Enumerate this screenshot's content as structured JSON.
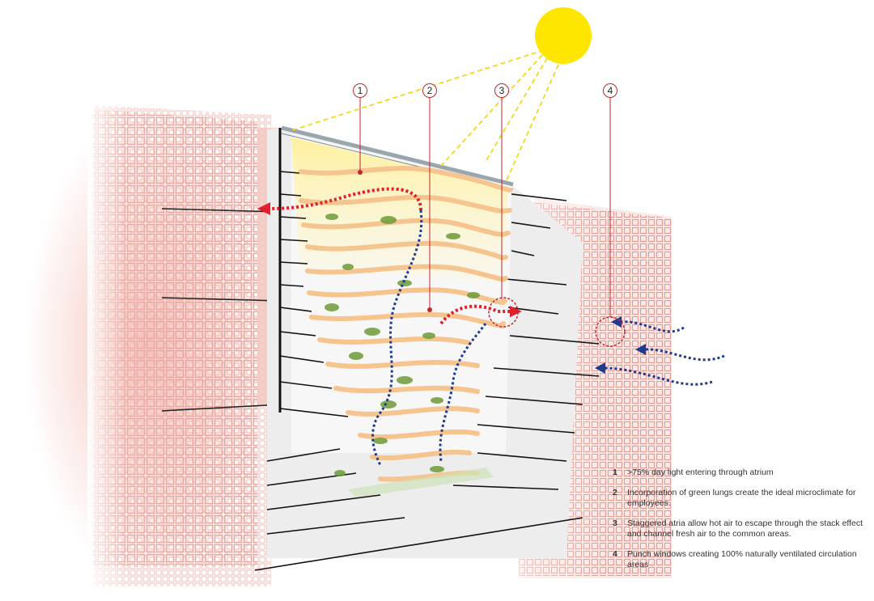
{
  "colors": {
    "sun": "#FFE600",
    "sun_ray": "#F3D500",
    "facade_pink": "#E79A92",
    "slab": "#F6C48E",
    "hot_air": "#E0202A",
    "fresh_air": "#1F3B8F",
    "callout": "#C0282F",
    "plant": "#6E9B3A",
    "atrium_glow": "#FFF4A0"
  },
  "callouts": [
    {
      "number": "1"
    },
    {
      "number": "2"
    },
    {
      "number": "3"
    },
    {
      "number": "4"
    }
  ],
  "legend": [
    {
      "number": "1",
      "text": ">75% day light entering through atrium"
    },
    {
      "number": "2",
      "text": "Incorporation of green lungs create the ideal microclimate for employees."
    },
    {
      "number": "3",
      "text": "Staggered atria allow hot air to escape through the stack effect and channel fresh air to the common areas."
    },
    {
      "number": "4",
      "text": "Punch windows creating 100% naturally ventilated circulation areas"
    }
  ]
}
